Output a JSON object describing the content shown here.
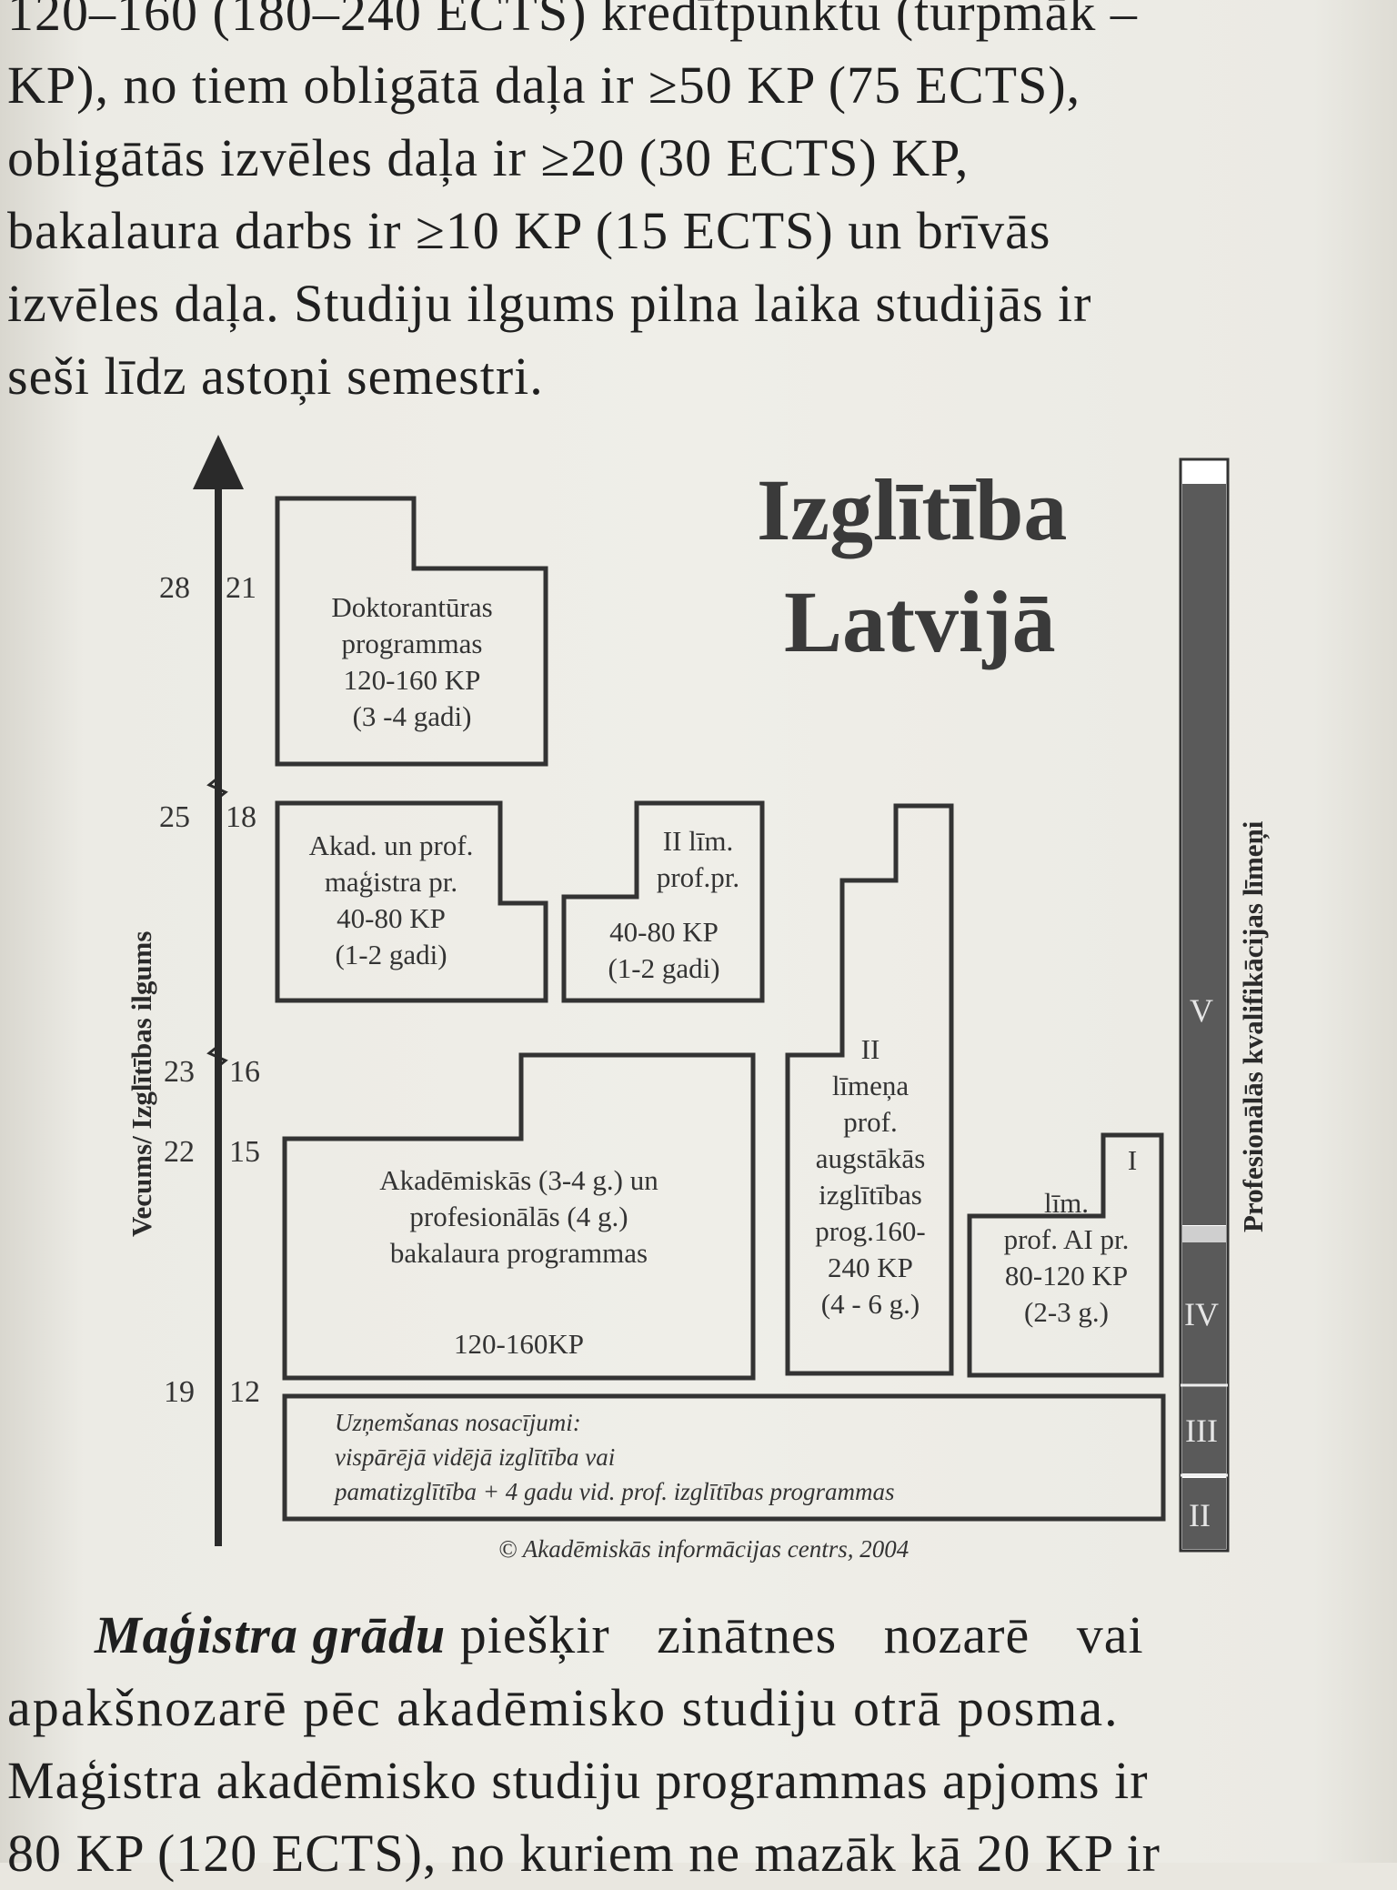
{
  "top_paragraph": {
    "lines": [
      "120–160 (180–240 ECTS) kredītpunktu (turpmāk –",
      "KP), no tiem obligātā daļa ir ≥50 KP (75 ECTS),",
      "obligātās izvēles daļa ir ≥20 (30 ECTS) KP,",
      "bakalaura darbs ir ≥10 KP (15 ECTS) un brīvās",
      "izvēles daļa. Studiju ilgums pilna laika studijās ir",
      "seši līdz astoņi semestri."
    ]
  },
  "diagram": {
    "title_line1": "Izglītība",
    "title_line2": "Latvijā",
    "vertical_axis_label": "Vecums/ Izglītības ilgums",
    "right_bar_label": "Profesionālās kvalifikācijas līmeņi",
    "age_marks": [
      {
        "age": "28",
        "years": "21"
      },
      {
        "age": "25",
        "years": "18"
      },
      {
        "age": "23",
        "years": "16"
      },
      {
        "age": "22",
        "years": "15"
      },
      {
        "age": "19",
        "years": "12"
      }
    ],
    "doctoral": {
      "lines": [
        "Doktorantūras",
        "programmas",
        "120-160 KP",
        "(3 -4 gadi)"
      ]
    },
    "masters": {
      "lines": [
        "Akad. un prof.",
        "maģistra pr.",
        "40-80 KP",
        "(1-2 gadi)"
      ]
    },
    "second_level_prof": {
      "lines": [
        "II līm.",
        "prof.pr.",
        "40-80 KP",
        "(1-2 gadi)"
      ]
    },
    "bachelor": {
      "lines": [
        "Akadēmiskās (3-4 g.) un",
        "profesionālās (4 g.)",
        "bakalaura programmas"
      ],
      "credits": "120-160KP"
    },
    "second_level_higher": {
      "lines": [
        "II",
        "līmeņa",
        "prof.",
        "augstākās",
        "izglītības",
        "prog.160-",
        "240 KP",
        "(4 - 6 g.)"
      ]
    },
    "first_level": {
      "lines": [
        "I",
        "līm.",
        "prof. AI pr.",
        "80-120 KP",
        "(2-3 g.)"
      ]
    },
    "entry": {
      "lines": [
        "Uzņemšanas nosacījumi:",
        "vispārējā vidējā izglītība vai",
        "pamatizglītība + 4 gadu vid. prof. izglītības programmas"
      ]
    },
    "qualification_levels": [
      "V",
      "IV",
      "III",
      "II"
    ],
    "copyright": "© Akadēmiskās informācijas centrs, 2004",
    "colors": {
      "bar_dark": "#555555",
      "bar_light": "#ffffff",
      "line": "#333333"
    }
  },
  "bottom_paragraph": {
    "lead_italic": "Maģistra grādu",
    "lines": [
      "piešķir zinātnes nozarē vai",
      "apakšnozarē pēc akadēmisko studiju otrā posma.",
      "Maģistra akadēmisko studiju programmas apjoms ir",
      "80 KP (120 ECTS), no kuriem ne mazāk kā 20 KP ir"
    ]
  }
}
